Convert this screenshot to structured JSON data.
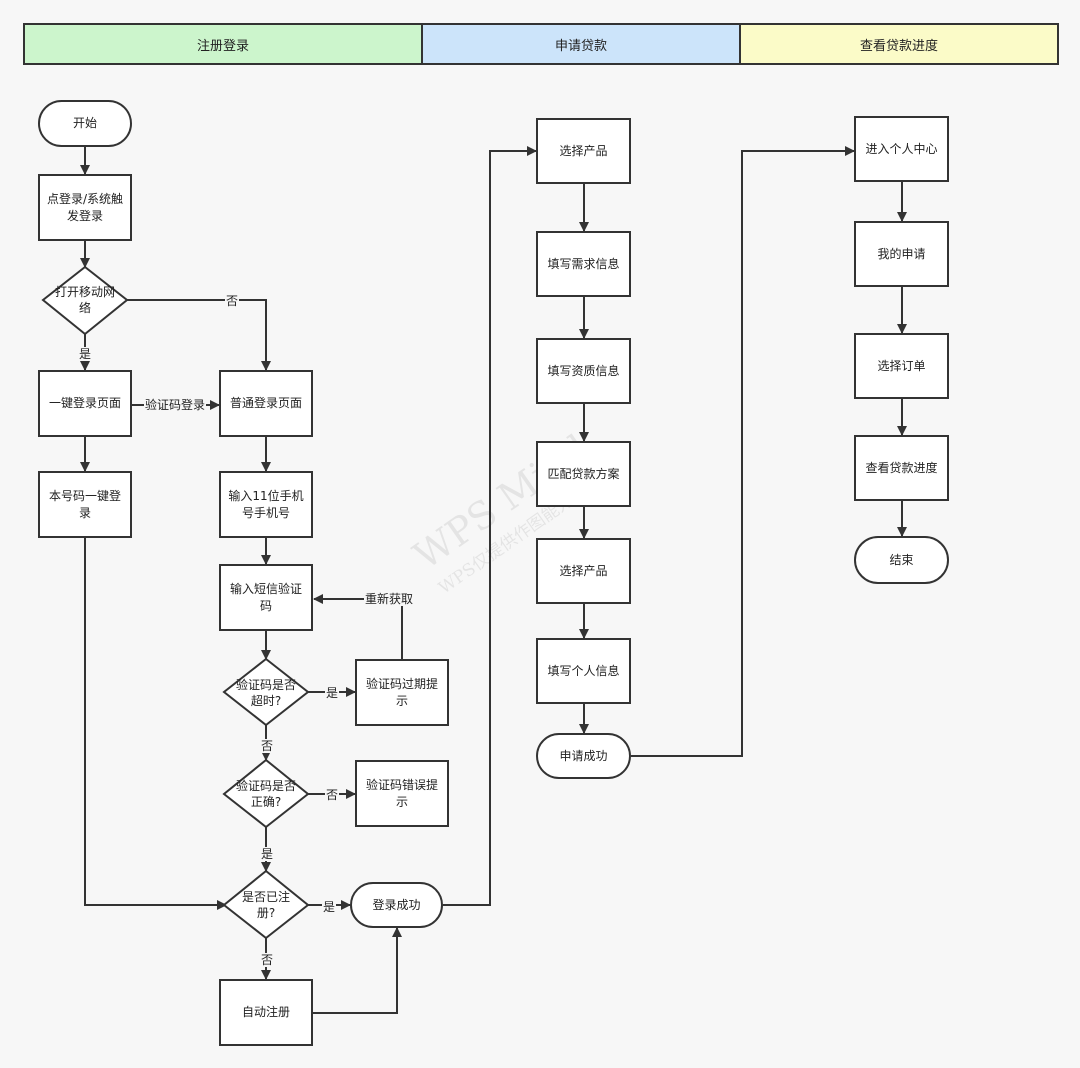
{
  "lanes": {
    "register": "注册登录",
    "apply": "申请贷款",
    "progress": "查看贷款进度"
  },
  "colors": {
    "lane_register": "#ccf5cc",
    "lane_apply": "#cce4fa",
    "lane_progress": "#fbfbc8"
  },
  "nodes": {
    "start": "开始",
    "trigger_login": "点登录/系统触发登录",
    "open_mobile_network": "打开移动网络",
    "one_click_page": "一键登录页面",
    "normal_login_page": "普通登录页面",
    "this_number_login": "本号码一键登录",
    "input_phone": "输入11位手机号手机号",
    "input_sms": "输入短信验证码",
    "code_timeout": "验证码是否超时?",
    "code_expired_tip": "验证码过期提示",
    "code_correct": "验证码是否正确?",
    "code_error_tip": "验证码错误提示",
    "registered": "是否已注册?",
    "login_success": "登录成功",
    "auto_register": "自动注册",
    "select_product": "选择产品",
    "fill_demand": "填写需求信息",
    "fill_qualification": "填写资质信息",
    "match_plan": "匹配贷款方案",
    "select_product_2": "选择产品",
    "fill_personal": "填写个人信息",
    "apply_success": "申请成功",
    "enter_center": "进入个人中心",
    "my_application": "我的申请",
    "select_order": "选择订单",
    "view_progress": "查看贷款进度",
    "end": "结束"
  },
  "edges": {
    "no": "否",
    "yes": "是",
    "sms_login": "验证码登录",
    "resend": "重新获取"
  },
  "watermark": {
    "main": "WPS Mind",
    "sub": "WPS仅提供作图能力"
  }
}
